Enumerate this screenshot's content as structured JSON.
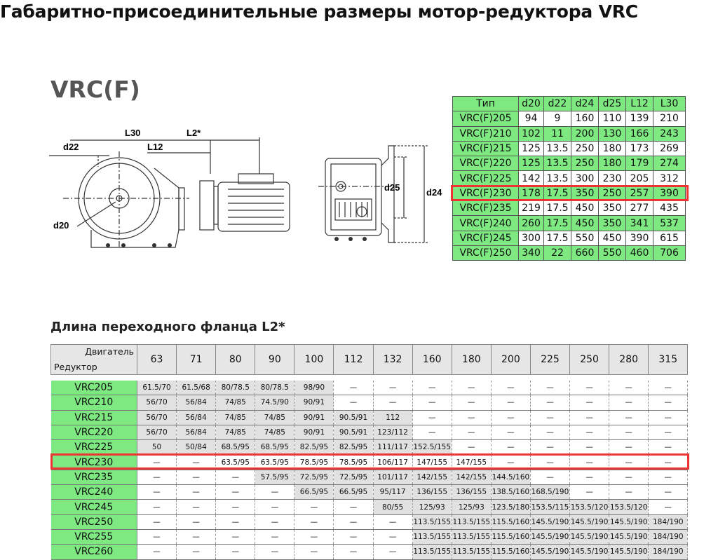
{
  "title": "Габаритно-присоединительные размеры мотор-редуктора VRC",
  "section_title": "VRC(F)",
  "drawing_labels": {
    "L30": "L30",
    "L2": "L2*",
    "d22": "d22",
    "L12": "L12",
    "d20": "d20",
    "d25": "d25",
    "d24": "d24"
  },
  "dims_table": {
    "headers": [
      "Тип",
      "d20",
      "d22",
      "d24",
      "d25",
      "L12",
      "L30"
    ],
    "rows": [
      [
        "VRC(F)205",
        "94",
        "9",
        "160",
        "110",
        "139",
        "210"
      ],
      [
        "VRC(F)210",
        "102",
        "11",
        "200",
        "130",
        "166",
        "243"
      ],
      [
        "VRC(F)215",
        "125",
        "13.5",
        "250",
        "180",
        "173",
        "269"
      ],
      [
        "VRC(F)220",
        "125",
        "13.5",
        "250",
        "180",
        "179",
        "274"
      ],
      [
        "VRC(F)225",
        "142",
        "13.5",
        "300",
        "230",
        "205",
        "312"
      ],
      [
        "VRC(F)230",
        "178",
        "17.5",
        "350",
        "250",
        "257",
        "390"
      ],
      [
        "VRC(F)235",
        "219",
        "17.5",
        "450",
        "350",
        "277",
        "435"
      ],
      [
        "VRC(F)240",
        "260",
        "17.5",
        "450",
        "350",
        "341",
        "537"
      ],
      [
        "VRC(F)245",
        "300",
        "17.5",
        "550",
        "450",
        "390",
        "615"
      ],
      [
        "VRC(F)250",
        "340",
        "22",
        "660",
        "550",
        "460",
        "706"
      ]
    ],
    "highlighted_row": "VRC(F)230"
  },
  "flange_title": "Длина переходного фланца L2*",
  "flange_table": {
    "corner_top": "Двигатель",
    "corner_bottom": "Редуктор",
    "motor_sizes": [
      "63",
      "71",
      "80",
      "90",
      "100",
      "112",
      "132",
      "160",
      "180",
      "200",
      "225",
      "250",
      "280",
      "315"
    ],
    "rows": [
      {
        "name": "VRC205",
        "values": [
          "61.5/70",
          "61.5/68",
          "80/78.5",
          "80/78.5",
          "98/90",
          "—",
          "—",
          "—",
          "—",
          "—",
          "—",
          "—",
          "—",
          "—"
        ]
      },
      {
        "name": "VRC210",
        "values": [
          "56/70",
          "56/84",
          "74/85",
          "74.5/90",
          "90/91",
          "—",
          "—",
          "—",
          "—",
          "—",
          "—",
          "—",
          "—",
          "—"
        ]
      },
      {
        "name": "VRC215",
        "values": [
          "56/70",
          "56/84",
          "74/85",
          "74/85",
          "90/91",
          "90.5/91",
          "112",
          "—",
          "—",
          "—",
          "—",
          "—",
          "—",
          "—"
        ]
      },
      {
        "name": "VRC220",
        "values": [
          "56/70",
          "56/84",
          "74/85",
          "74/85",
          "90/91",
          "90.5/91",
          "123/112",
          "—",
          "—",
          "—",
          "—",
          "—",
          "—",
          "—"
        ]
      },
      {
        "name": "VRC225",
        "values": [
          "50",
          "50/84",
          "68.5/95",
          "68.5/95",
          "82.5/95",
          "82.5/95",
          "111/117",
          "152.5/155",
          "—",
          "—",
          "—",
          "—",
          "—",
          "—"
        ]
      },
      {
        "name": "VRC230",
        "values": [
          "—",
          "—",
          "63.5/95",
          "63.5/95",
          "78.5/95",
          "78.5/95",
          "106/117",
          "147/155",
          "147/155",
          "—",
          "—",
          "—",
          "—",
          "—"
        ]
      },
      {
        "name": "VRC235",
        "values": [
          "—",
          "—",
          "—",
          "57.5/95",
          "72.5/95",
          "72.5/95",
          "101/117",
          "142/155",
          "142/155",
          "144.5/160",
          "—",
          "—",
          "—",
          "—"
        ]
      },
      {
        "name": "VRC240",
        "values": [
          "—",
          "—",
          "—",
          "—",
          "66.5/95",
          "66.5/95",
          "95/117",
          "136/155",
          "136/155",
          "138.5/160",
          "168.5/190",
          "—",
          "—",
          "—"
        ]
      },
      {
        "name": "VRC245",
        "values": [
          "—",
          "—",
          "—",
          "—",
          "—",
          "—",
          "80/55",
          "125/93",
          "125/93",
          "123.5/180",
          "153.5/115",
          "153.5/120",
          "153.5/120",
          "—"
        ]
      },
      {
        "name": "VRC250",
        "values": [
          "—",
          "—",
          "—",
          "—",
          "—",
          "—",
          "—",
          "113.5/155",
          "113.5/155",
          "115.5/160",
          "145.5/190",
          "145.5/190",
          "145.5/190",
          "184/190"
        ]
      },
      {
        "name": "VRC255",
        "values": [
          "—",
          "—",
          "—",
          "—",
          "—",
          "—",
          "—",
          "113.5/155",
          "113.5/155",
          "115.5/160",
          "145.5/190",
          "145.5/190",
          "145.5/190",
          "184/190"
        ]
      },
      {
        "name": "VRC260",
        "values": [
          "—",
          "—",
          "—",
          "—",
          "—",
          "—",
          "—",
          "113.5/155",
          "113.5/155",
          "115.5/160",
          "145.5/190",
          "145.5/190",
          "145.5/190",
          "184/190"
        ]
      }
    ],
    "highlighted_row": "VRC230",
    "colors": {
      "green": "#7ee881",
      "gray": "#e1e1e1",
      "highlight": "#ee3333"
    }
  }
}
